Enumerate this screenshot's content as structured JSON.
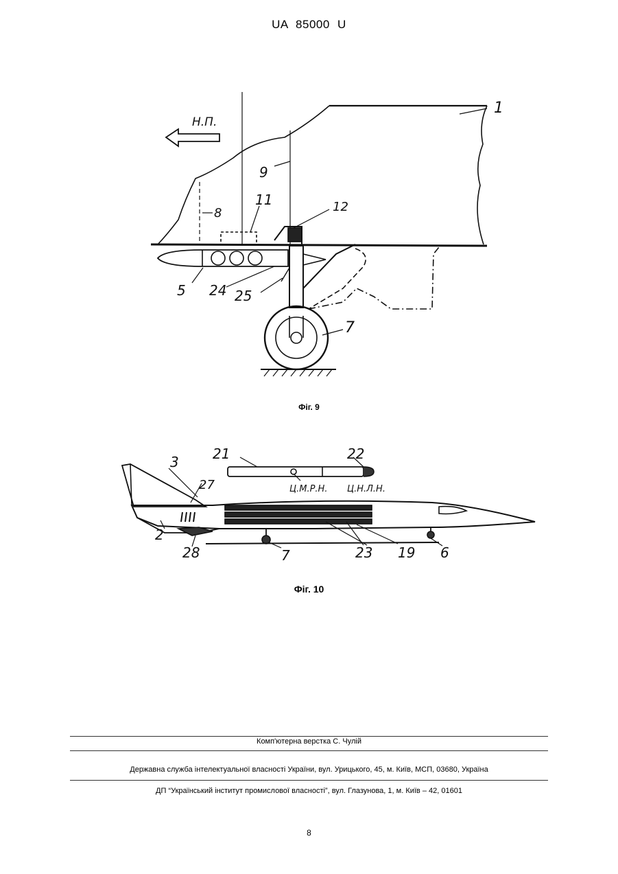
{
  "header": {
    "doc_id": "UA   85000   U"
  },
  "figure9": {
    "caption": "Фіг. 9",
    "direction_label": "Н.П.",
    "labels": [
      "1",
      "9",
      "8",
      "11",
      "12",
      "5",
      "24",
      "25",
      "7"
    ]
  },
  "figure10": {
    "caption": "Фіг. 10",
    "text_marks": [
      "Ц.М.Р.Н.",
      "Ц.Н.Л.Н."
    ],
    "labels": [
      "3",
      "21",
      "22",
      "27",
      "2",
      "28",
      "7",
      "23",
      "19",
      "6"
    ]
  },
  "footer": {
    "typesetting": "Комп'ютерна верстка С. Чулій",
    "agency": "Державна служба інтелектуальної власності України, вул. Урицького, 45, м. Київ, МСП, 03680, Україна",
    "institute": "ДП “Український інститут промислової власності”, вул. Глазунова, 1, м. Київ – 42, 01601"
  },
  "page_number": "8"
}
